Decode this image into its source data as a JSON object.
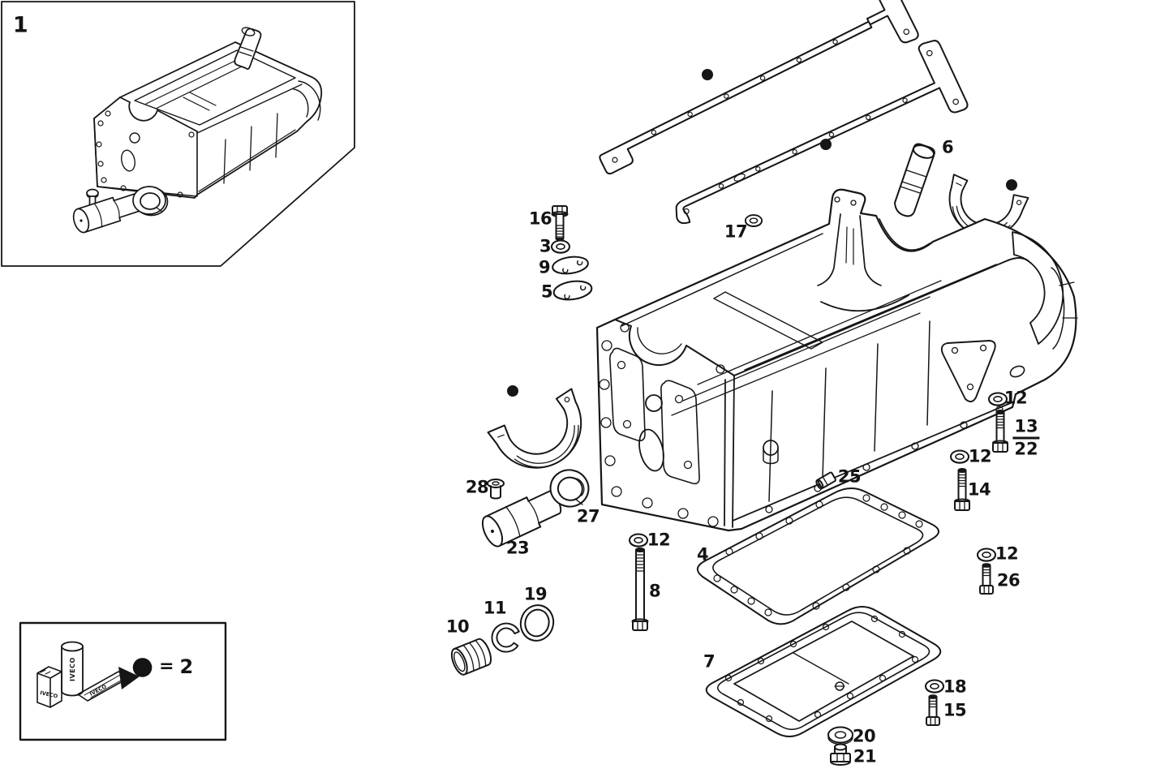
{
  "legend": {
    "dot": "●",
    "equals": "=",
    "value": "2",
    "brand": "IVECO"
  },
  "callouts": {
    "assembly": "1",
    "bolt_16": "16",
    "washer_3": "3",
    "cup_plug_9": "9",
    "cup_plug_5": "5",
    "seal_ring_17": "17",
    "dowel_6": "6",
    "washer_12_a": "12",
    "bolt_13": "13",
    "bolt_22": "22",
    "washer_12_b": "12",
    "bolt_14": "14",
    "plug_25": "25",
    "gasket_4": "4",
    "washer_12_d": "12",
    "bolt_8": "8",
    "plug_28": "28",
    "plug_23": "23",
    "bush_27": "27",
    "cap_10": "10",
    "snap_ring_11": "11",
    "seal_ring_19": "19",
    "gasket_7": "7",
    "washer_12_c": "12",
    "bolt_26": "26",
    "washer_18": "18",
    "bolt_15": "15",
    "grommet_20": "20",
    "nut_21": "21"
  }
}
